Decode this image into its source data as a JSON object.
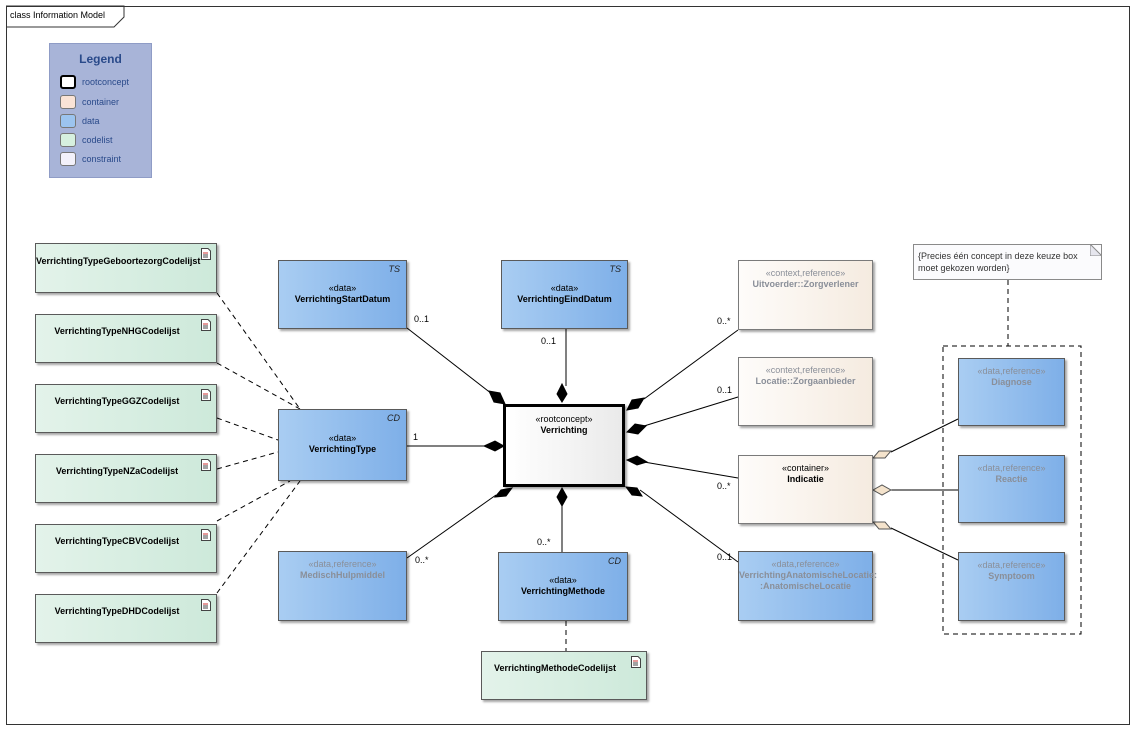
{
  "frame_title": "class Information Model",
  "legend": {
    "title": "Legend",
    "items": [
      {
        "label": "rootconcept",
        "color": "#ffffff"
      },
      {
        "label": "container",
        "color": "#fae3d6"
      },
      {
        "label": "data",
        "color": "#9cc4ef"
      },
      {
        "label": "codelist",
        "color": "#d6f0df"
      },
      {
        "label": "constraint",
        "color": "#f3f1fa"
      }
    ]
  },
  "codelists": [
    {
      "name": "VerrichtingTypeGeboortezorgCodelijst"
    },
    {
      "name": "VerrichtingTypeNHGCodelijst"
    },
    {
      "name": "VerrichtingTypeGGZCodelijst"
    },
    {
      "name": "VerrichtingTypeNZaCodelijst"
    },
    {
      "name": "VerrichtingTypeCBVCodelijst"
    },
    {
      "name": "VerrichtingTypeDHDCodelijst"
    }
  ],
  "methode_codelist": {
    "name": "VerrichtingMethodeCodelijst"
  },
  "root": {
    "stereotype": "«rootconcept»",
    "name": "Verrichting"
  },
  "nodes": {
    "startdatum": {
      "stereotype": "«data»",
      "name": "VerrichtingStartDatum",
      "tag": "TS"
    },
    "einddatum": {
      "stereotype": "«data»",
      "name": "VerrichtingEindDatum",
      "tag": "TS"
    },
    "type": {
      "stereotype": "«data»",
      "name": "VerrichtingType",
      "tag": "CD"
    },
    "methode": {
      "stereotype": "«data»",
      "name": "VerrichtingMethode",
      "tag": "CD"
    },
    "hulpmiddel": {
      "stereotype": "«data,reference»",
      "name": "MedischHulpmiddel"
    },
    "uitvoerder": {
      "stereotype": "«context,reference»",
      "name": "Uitvoerder::Zorgverlener"
    },
    "locatie": {
      "stereotype": "«context,reference»",
      "name": "Locatie::Zorgaanbieder"
    },
    "indicatie": {
      "stereotype": "«container»",
      "name": "Indicatie"
    },
    "anatomisch": {
      "stereotype": "«data,reference»",
      "name1": "VerrichtingAnatomischeLocatie:",
      "name2": ":AnatomischeLocatie"
    },
    "diagnose": {
      "stereotype": "«data,reference»",
      "name": "Diagnose"
    },
    "reactie": {
      "stereotype": "«data,reference»",
      "name": "Reactie"
    },
    "symptoom": {
      "stereotype": "«data,reference»",
      "name": "Symptoom"
    }
  },
  "note": {
    "text": "{Precies één concept in deze keuze box moet gekozen worden}"
  },
  "multiplicities": {
    "startdatum": "0..1",
    "einddatum": "0..1",
    "type": "1",
    "uitvoerder": "0..*",
    "locatie": "0..1",
    "indicatie": "0..*",
    "hulpmiddel": "0..*",
    "methode": "0..*",
    "anatomisch": "0..1"
  }
}
